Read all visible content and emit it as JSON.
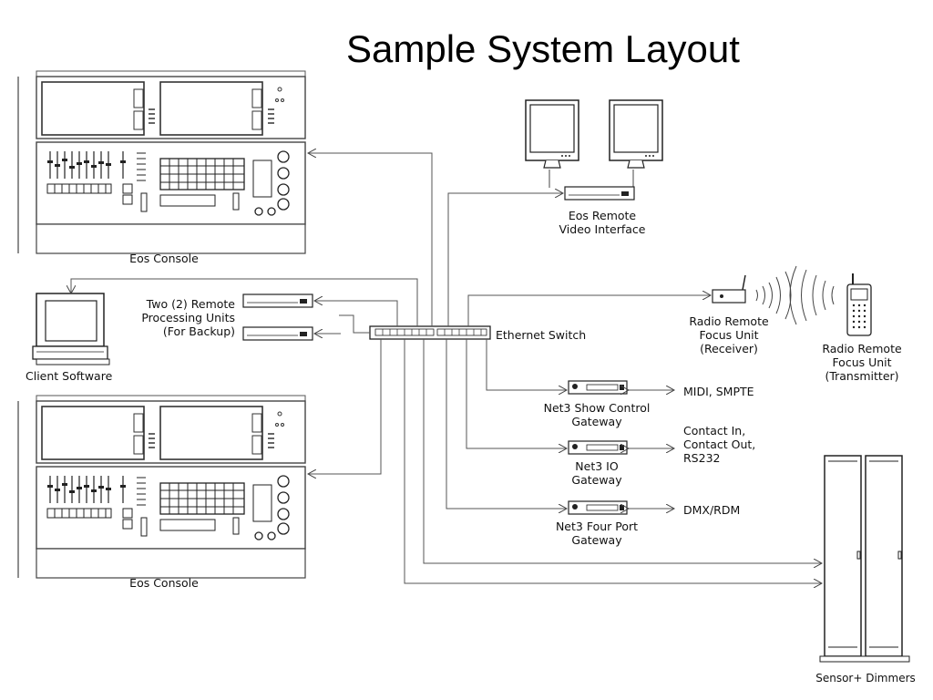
{
  "title": "Sample System Layout",
  "labels": {
    "eos_console_top": "Eos Console",
    "eos_console_bottom": "Eos Console",
    "remote_video": [
      "Eos Remote",
      "Video Interface"
    ],
    "remote_processing": [
      "Two (2) Remote",
      "Processing Units",
      "(For Backup)"
    ],
    "ethernet_switch": "Ethernet Switch",
    "client_software": "Client Software",
    "radio_receiver": [
      "Radio Remote",
      "Focus Unit",
      "(Receiver)"
    ],
    "radio_transmitter": [
      "Radio Remote",
      "Focus Unit",
      "(Transmitter)"
    ],
    "show_control_gateway": [
      "Net3 Show Control",
      "Gateway"
    ],
    "show_control_output": "MIDI, SMPTE",
    "io_gateway": [
      "Net3 IO",
      "Gateway"
    ],
    "io_output": [
      "Contact In,",
      "Contact Out,",
      "RS232"
    ],
    "four_port_gateway": [
      "Net3 Four Port",
      "Gateway"
    ],
    "four_port_output": "DMX/RDM",
    "dimmers": "Sensor+ Dimmers"
  }
}
